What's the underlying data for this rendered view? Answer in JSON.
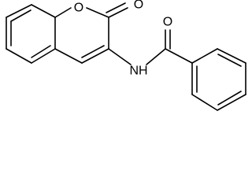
{
  "structure": {
    "atoms": {
      "ring_oxygen": "O",
      "carbonyl_oxygen_lactone": "O",
      "amide_nitrogen": "NH",
      "carbonyl_oxygen_amide": "O"
    }
  }
}
